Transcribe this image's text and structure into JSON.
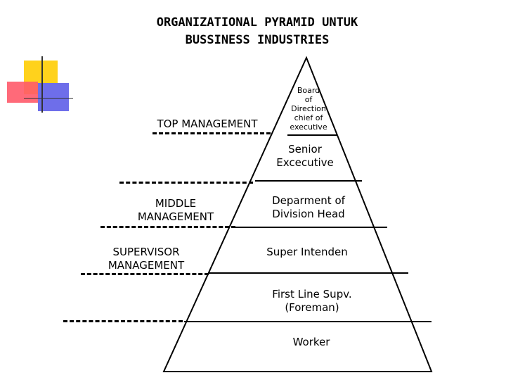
{
  "title": {
    "line1": "ORGANIZATIONAL PYRAMID UNTUK",
    "line2": "BUSSINESS INDUSTRIES"
  },
  "side_labels": {
    "top": "TOP MANAGEMENT",
    "middle_line1": "MIDDLE",
    "middle_line2": "MANAGEMENT",
    "supervisor_line1": "SUPERVISOR",
    "supervisor_line2": "MANAGEMENT"
  },
  "levels": [
    {
      "lines": [
        "Board",
        "of",
        "Direction",
        "chief of",
        "executive"
      ]
    },
    {
      "lines": [
        "Senior",
        "Excecutive"
      ]
    },
    {
      "lines": [
        "Deparment of",
        "Division Head"
      ]
    },
    {
      "lines": [
        "Super Intenden"
      ]
    },
    {
      "lines": [
        "First Line Supv.",
        "(Foreman)"
      ]
    },
    {
      "lines": [
        "Worker"
      ]
    }
  ],
  "colors": {
    "deco_yellow": "#ffd21c",
    "deco_red": "#ff5a6a",
    "deco_blue": "#6e6eea"
  }
}
